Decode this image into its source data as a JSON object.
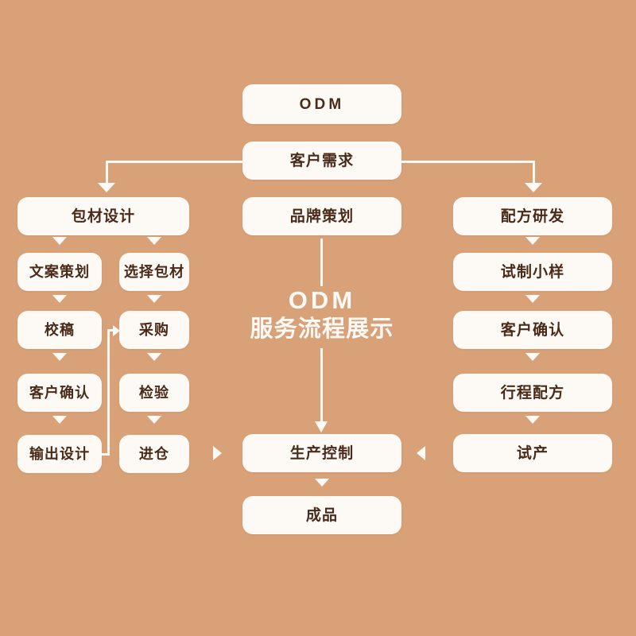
{
  "canvas": {
    "background_color": "#d9a178",
    "box_fill_color": "#fdf9f5",
    "box_text_color": "#4a2b1a",
    "connector_color": "#fdf9f5"
  },
  "center_title": {
    "line1": "ODM",
    "line2": "服务流程展示"
  },
  "top": {
    "odm": "ODM",
    "customer_need": "客户需求"
  },
  "columns": {
    "left": {
      "header": "包材设计",
      "sub_left": [
        "文案策划",
        "校稿",
        "客户确认",
        "输出设计"
      ],
      "sub_right": [
        "选择包材",
        "采购",
        "检验",
        "进仓"
      ]
    },
    "center": {
      "header": "品牌策划",
      "production": "生产控制",
      "finished": "成品"
    },
    "right": {
      "header": "配方研发",
      "steps": [
        "试制小样",
        "客户确认",
        "行程配方",
        "试产"
      ]
    }
  }
}
